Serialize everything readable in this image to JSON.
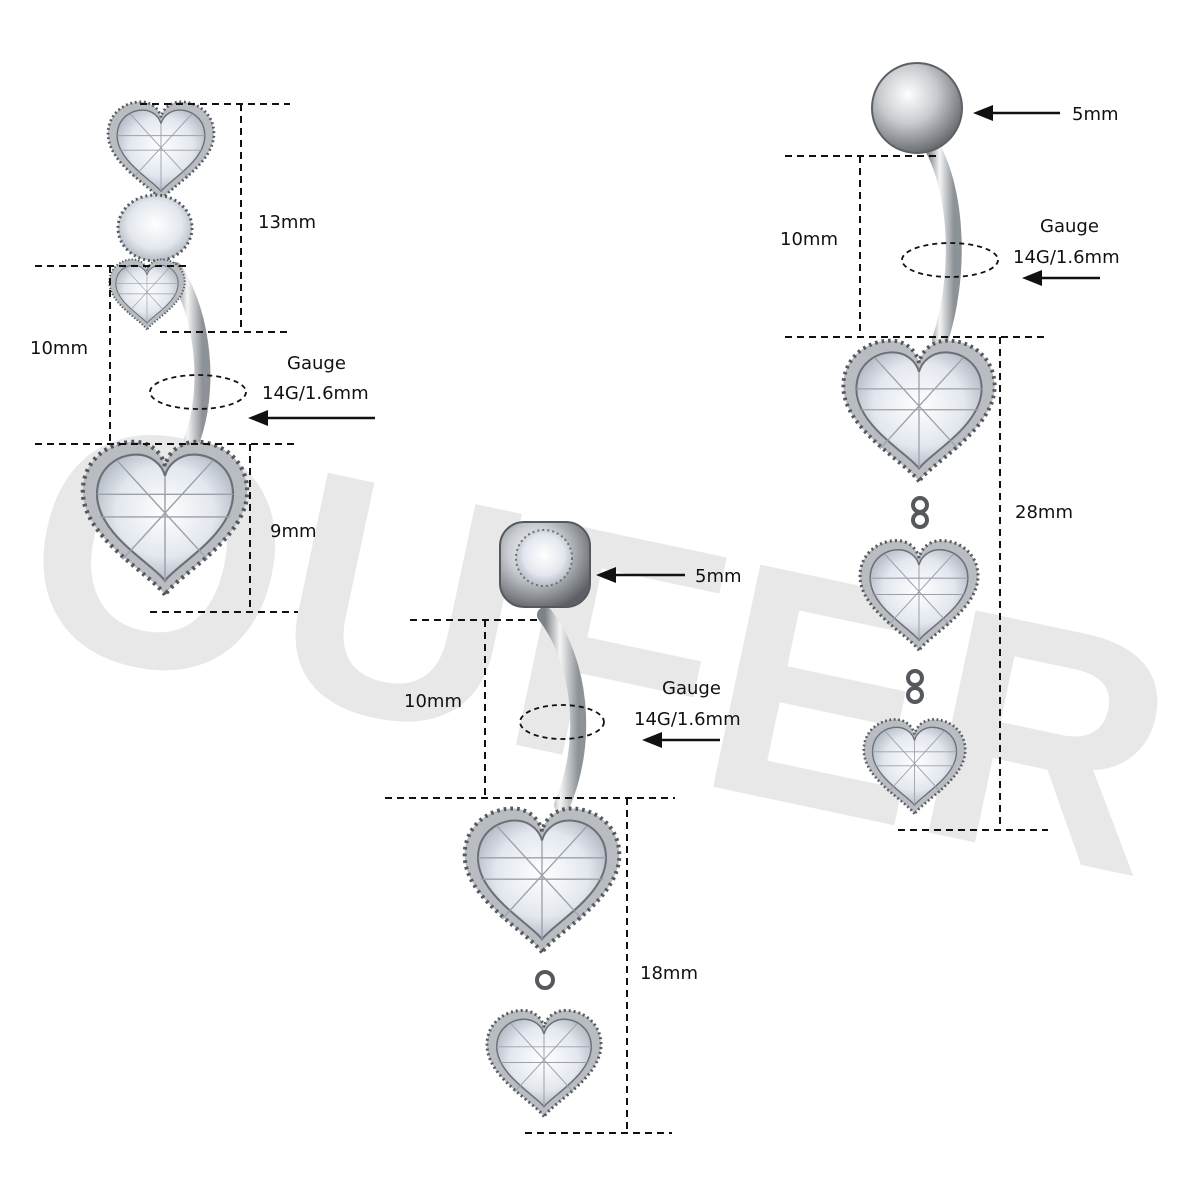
{
  "watermark": "OUFER",
  "colors": {
    "metal": "#c9ccd0",
    "metal_dark": "#7d8288",
    "gem": "#eef1f6",
    "ink": "#111111",
    "watermark": "#d6d6d6"
  },
  "items": [
    {
      "id": "left",
      "labels": {
        "top_height": "13mm",
        "bar_length": "10mm",
        "gauge_title": "Gauge",
        "gauge_value": "14G/1.6mm",
        "bottom_height": "9mm"
      }
    },
    {
      "id": "middle",
      "labels": {
        "ball_size": "5mm",
        "bar_length": "10mm",
        "gauge_title": "Gauge",
        "gauge_value": "14G/1.6mm",
        "dangle_length": "18mm"
      }
    },
    {
      "id": "right",
      "labels": {
        "ball_size": "5mm",
        "bar_length": "10mm",
        "gauge_title": "Gauge",
        "gauge_value": "14G/1.6mm",
        "dangle_length": "28mm"
      }
    }
  ]
}
